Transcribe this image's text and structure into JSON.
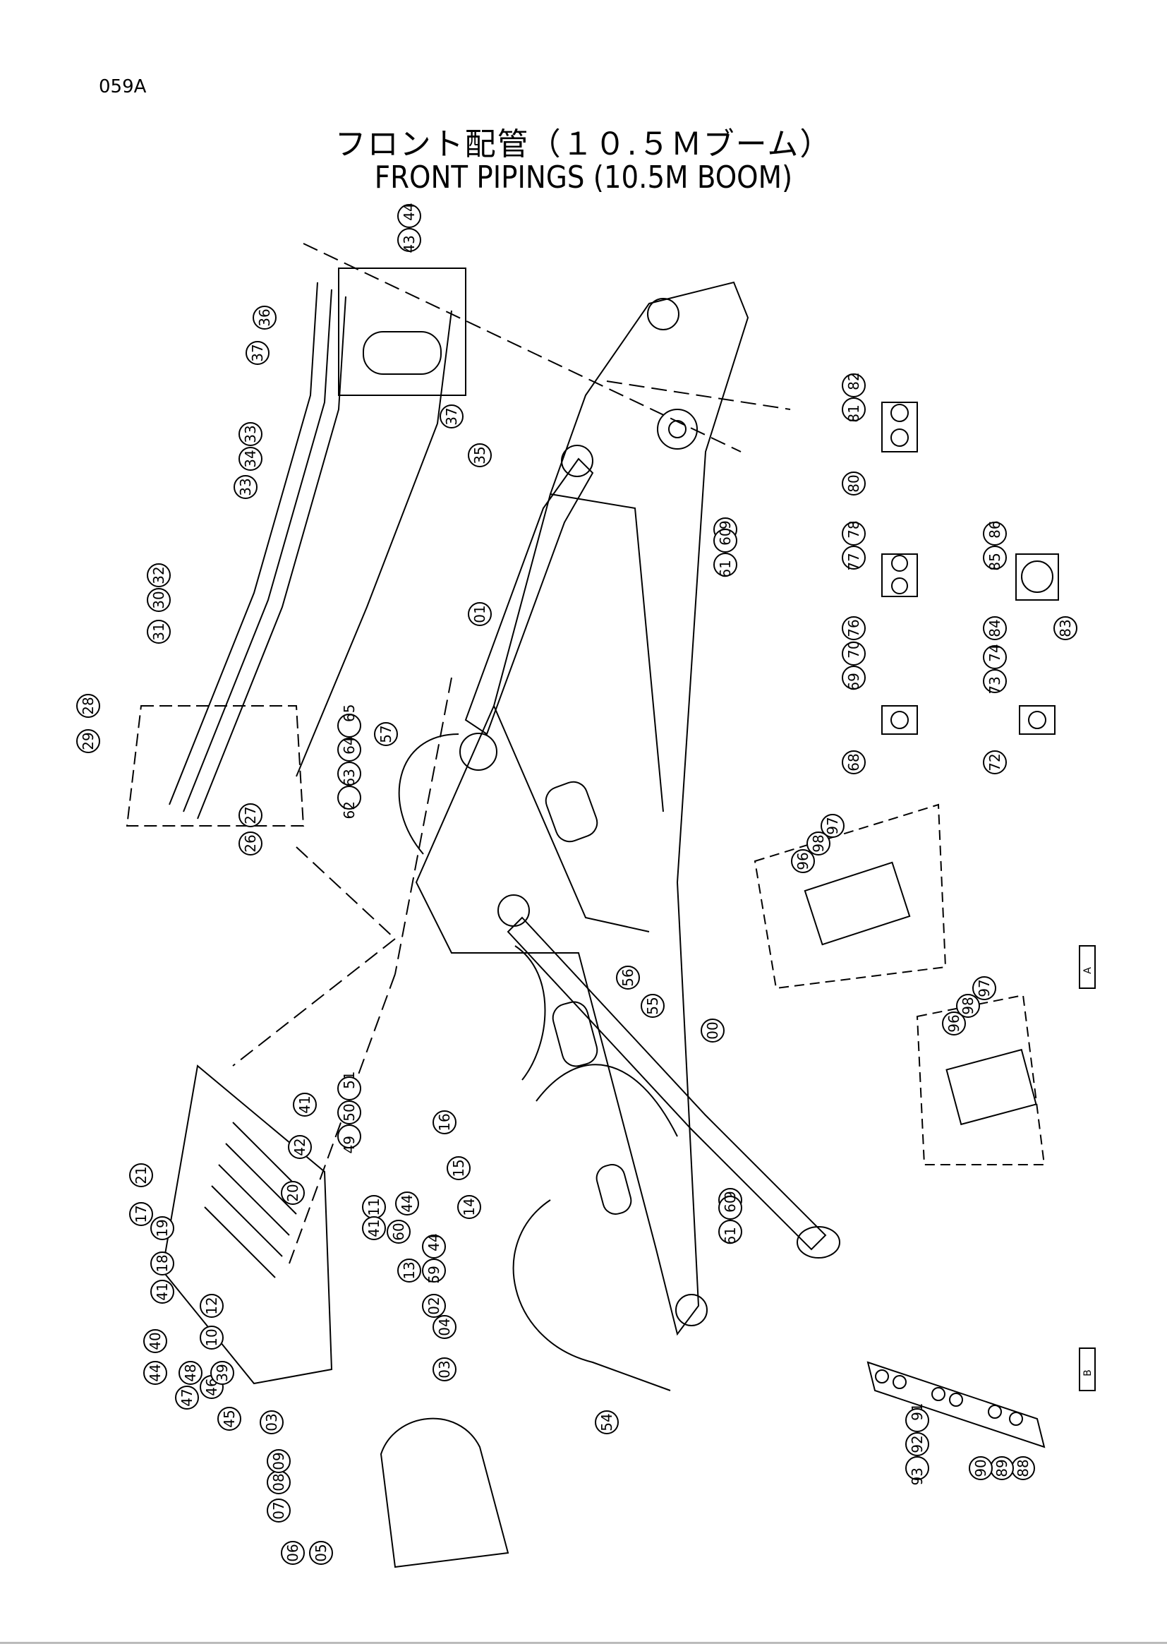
{
  "page_code": "059A",
  "title_jp": "フロント配管（１０.５Ｍブーム）",
  "title_en": "FRONT PIPINGS (10.5M BOOM)",
  "view_labels": {
    "a": "A",
    "b": "B"
  },
  "callouts": {
    "c01": "01",
    "c00": "00",
    "c14": "14",
    "c15": "15",
    "c16": "16",
    "c17": "17",
    "c19": "19",
    "c20": "20",
    "c21": "21",
    "c26": "26",
    "c27": "27",
    "c28": "28",
    "c29": "29",
    "c30": "30",
    "c31": "31",
    "c32": "32",
    "c33a": "33",
    "c33b": "33",
    "c34": "34",
    "c35": "35",
    "c36": "36",
    "c37a": "37",
    "c37b": "37",
    "c41": "41",
    "c42": "42",
    "c43_44": "43 44",
    "c49_51": "49 50 51",
    "c54": "54",
    "c55": "55",
    "c56": "56",
    "c57": "57",
    "c59a": "59",
    "c59b": "59",
    "c61_60a": "61 60",
    "c61_60b": "61 60",
    "c62_65": "62 63 64 65",
    "c68": "68",
    "c69_70": "69 70",
    "c72": "72",
    "c73_74": "73 74",
    "c76": "76",
    "c77_78": "77 78",
    "c80": "80",
    "c81_82": "81 82",
    "c83": "83",
    "c84": "84",
    "c85_86": "85 86",
    "c88": "88",
    "c89": "89",
    "c90": "90",
    "c91_93": "93 92 91",
    "c96a": "96",
    "c97a": "97",
    "c98a": "98",
    "c96b": "96",
    "c97b": "97",
    "c98b": "98",
    "c05": "05",
    "c06": "06",
    "c07": "07",
    "c08": "08",
    "c09": "09",
    "c03a": "03",
    "c45": "45",
    "c46": "46",
    "c47": "47",
    "c48": "48",
    "c39": "39",
    "c40": "40",
    "c44a": "44",
    "c10": "10",
    "c12": "12",
    "c41b": "41",
    "c18": "18",
    "c11": "11",
    "c60b": "60",
    "c44b": "44",
    "c41c": "41",
    "c13": "13",
    "c59_44": "59 44",
    "c02": "02",
    "c04": "04",
    "c03b": "03"
  }
}
